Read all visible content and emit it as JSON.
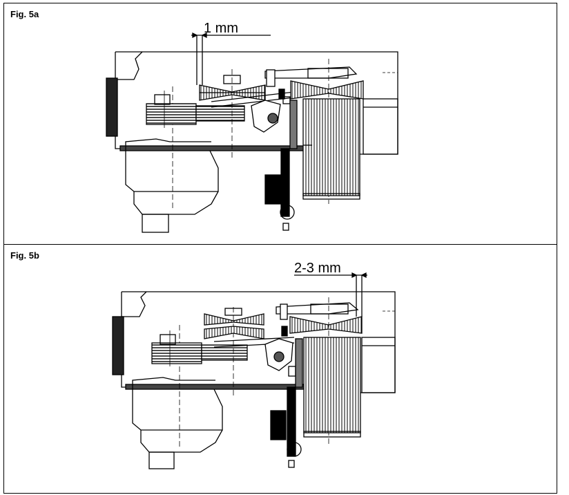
{
  "figures": [
    {
      "label": "Fig. 5a",
      "dimension": "1 mm"
    },
    {
      "label": "Fig. 5b",
      "dimension": "2-3 mm"
    }
  ]
}
